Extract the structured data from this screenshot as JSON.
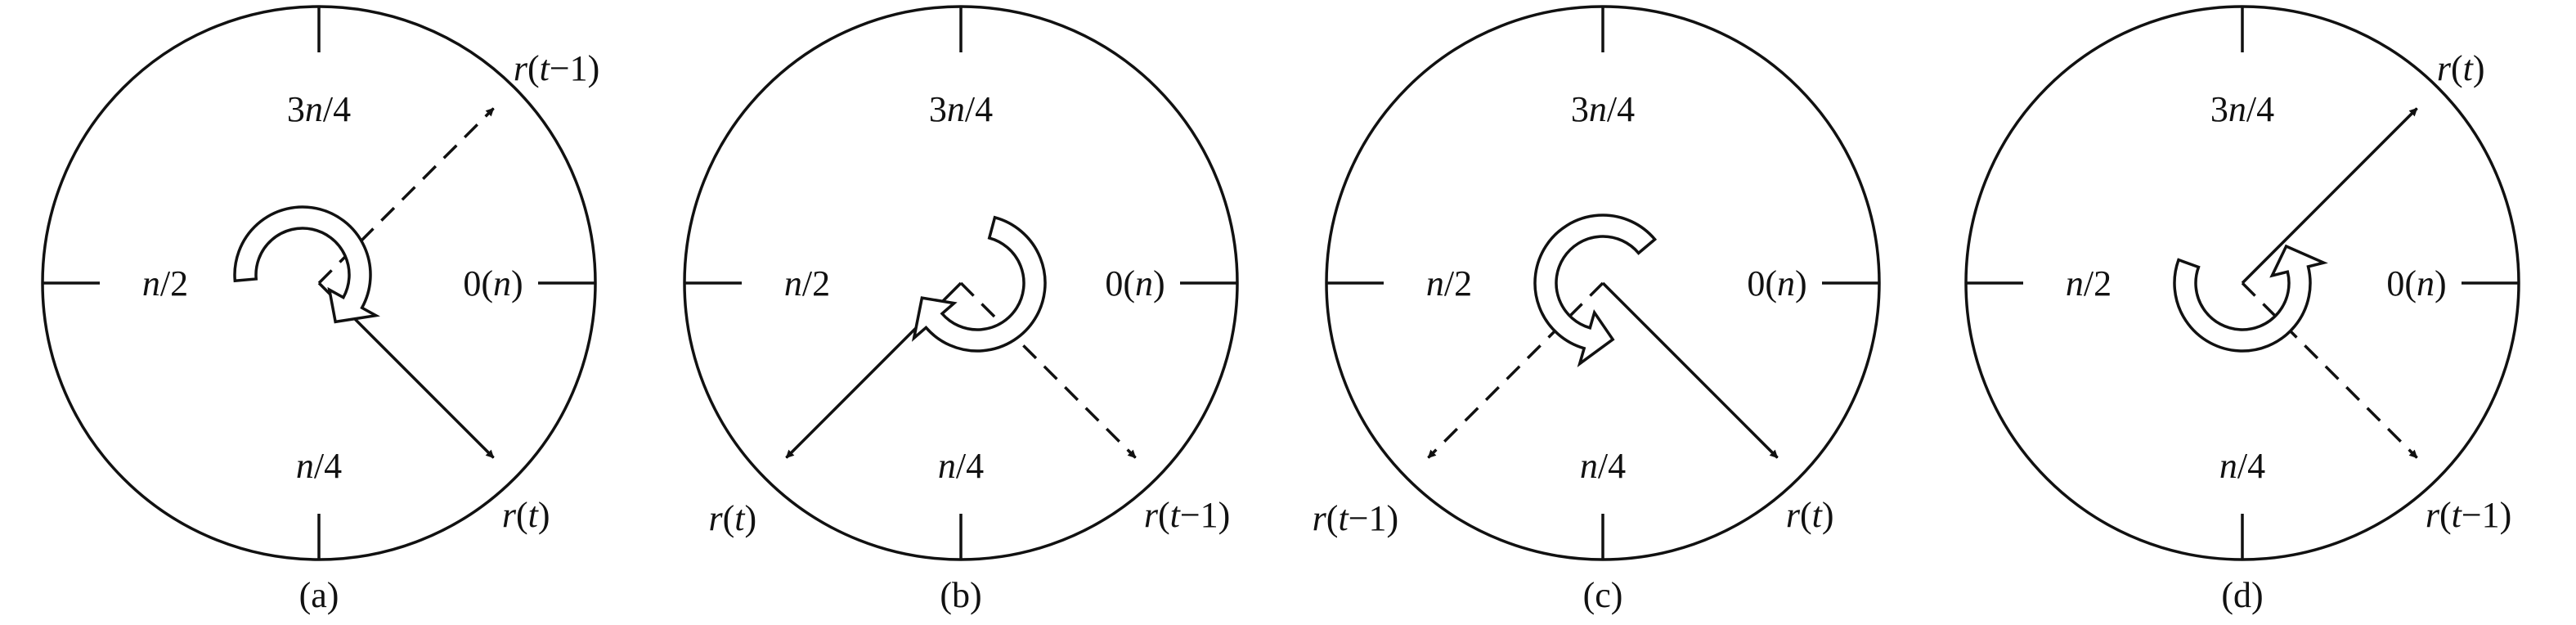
{
  "figure": {
    "panels": [
      {
        "caption": "(a)",
        "labels": {
          "top": "3n/4",
          "left": "n/2",
          "right": "0(n)",
          "bottom": "n/4"
        },
        "rotation": "clockwise",
        "vectors": [
          {
            "name": "r(t)",
            "style": "solid",
            "angle_deg": 45,
            "label": "r(t)",
            "label_pos": "below-right"
          },
          {
            "name": "r(t-1)",
            "style": "dashed",
            "angle_deg": -45,
            "label": "r(t−1)",
            "label_pos": "above-right"
          }
        ]
      },
      {
        "caption": "(b)",
        "labels": {
          "top": "3n/4",
          "left": "n/2",
          "right": "0(n)",
          "bottom": "n/4"
        },
        "rotation": "clockwise",
        "vectors": [
          {
            "name": "r(t)",
            "style": "solid",
            "angle_deg": 135,
            "label": "r(t)",
            "label_pos": "below-left"
          },
          {
            "name": "r(t-1)",
            "style": "dashed",
            "angle_deg": 45,
            "label": "r(t−1)",
            "label_pos": "below-right"
          }
        ]
      },
      {
        "caption": "(c)",
        "labels": {
          "top": "3n/4",
          "left": "n/2",
          "right": "0(n)",
          "bottom": "n/4"
        },
        "rotation": "counterclockwise",
        "vectors": [
          {
            "name": "r(t)",
            "style": "solid",
            "angle_deg": 45,
            "label": "r(t)",
            "label_pos": "below-right"
          },
          {
            "name": "r(t-1)",
            "style": "dashed",
            "angle_deg": 135,
            "label": "r(t−1)",
            "label_pos": "below-left"
          }
        ]
      },
      {
        "caption": "(d)",
        "labels": {
          "top": "3n/4",
          "left": "n/2",
          "right": "0(n)",
          "bottom": "n/4"
        },
        "rotation": "counterclockwise",
        "vectors": [
          {
            "name": "r(t)",
            "style": "solid",
            "angle_deg": -45,
            "label": "r(t)",
            "label_pos": "above-right"
          },
          {
            "name": "r(t-1)",
            "style": "dashed",
            "angle_deg": 45,
            "label": "r(t−1)",
            "label_pos": "below-right"
          }
        ]
      }
    ]
  }
}
